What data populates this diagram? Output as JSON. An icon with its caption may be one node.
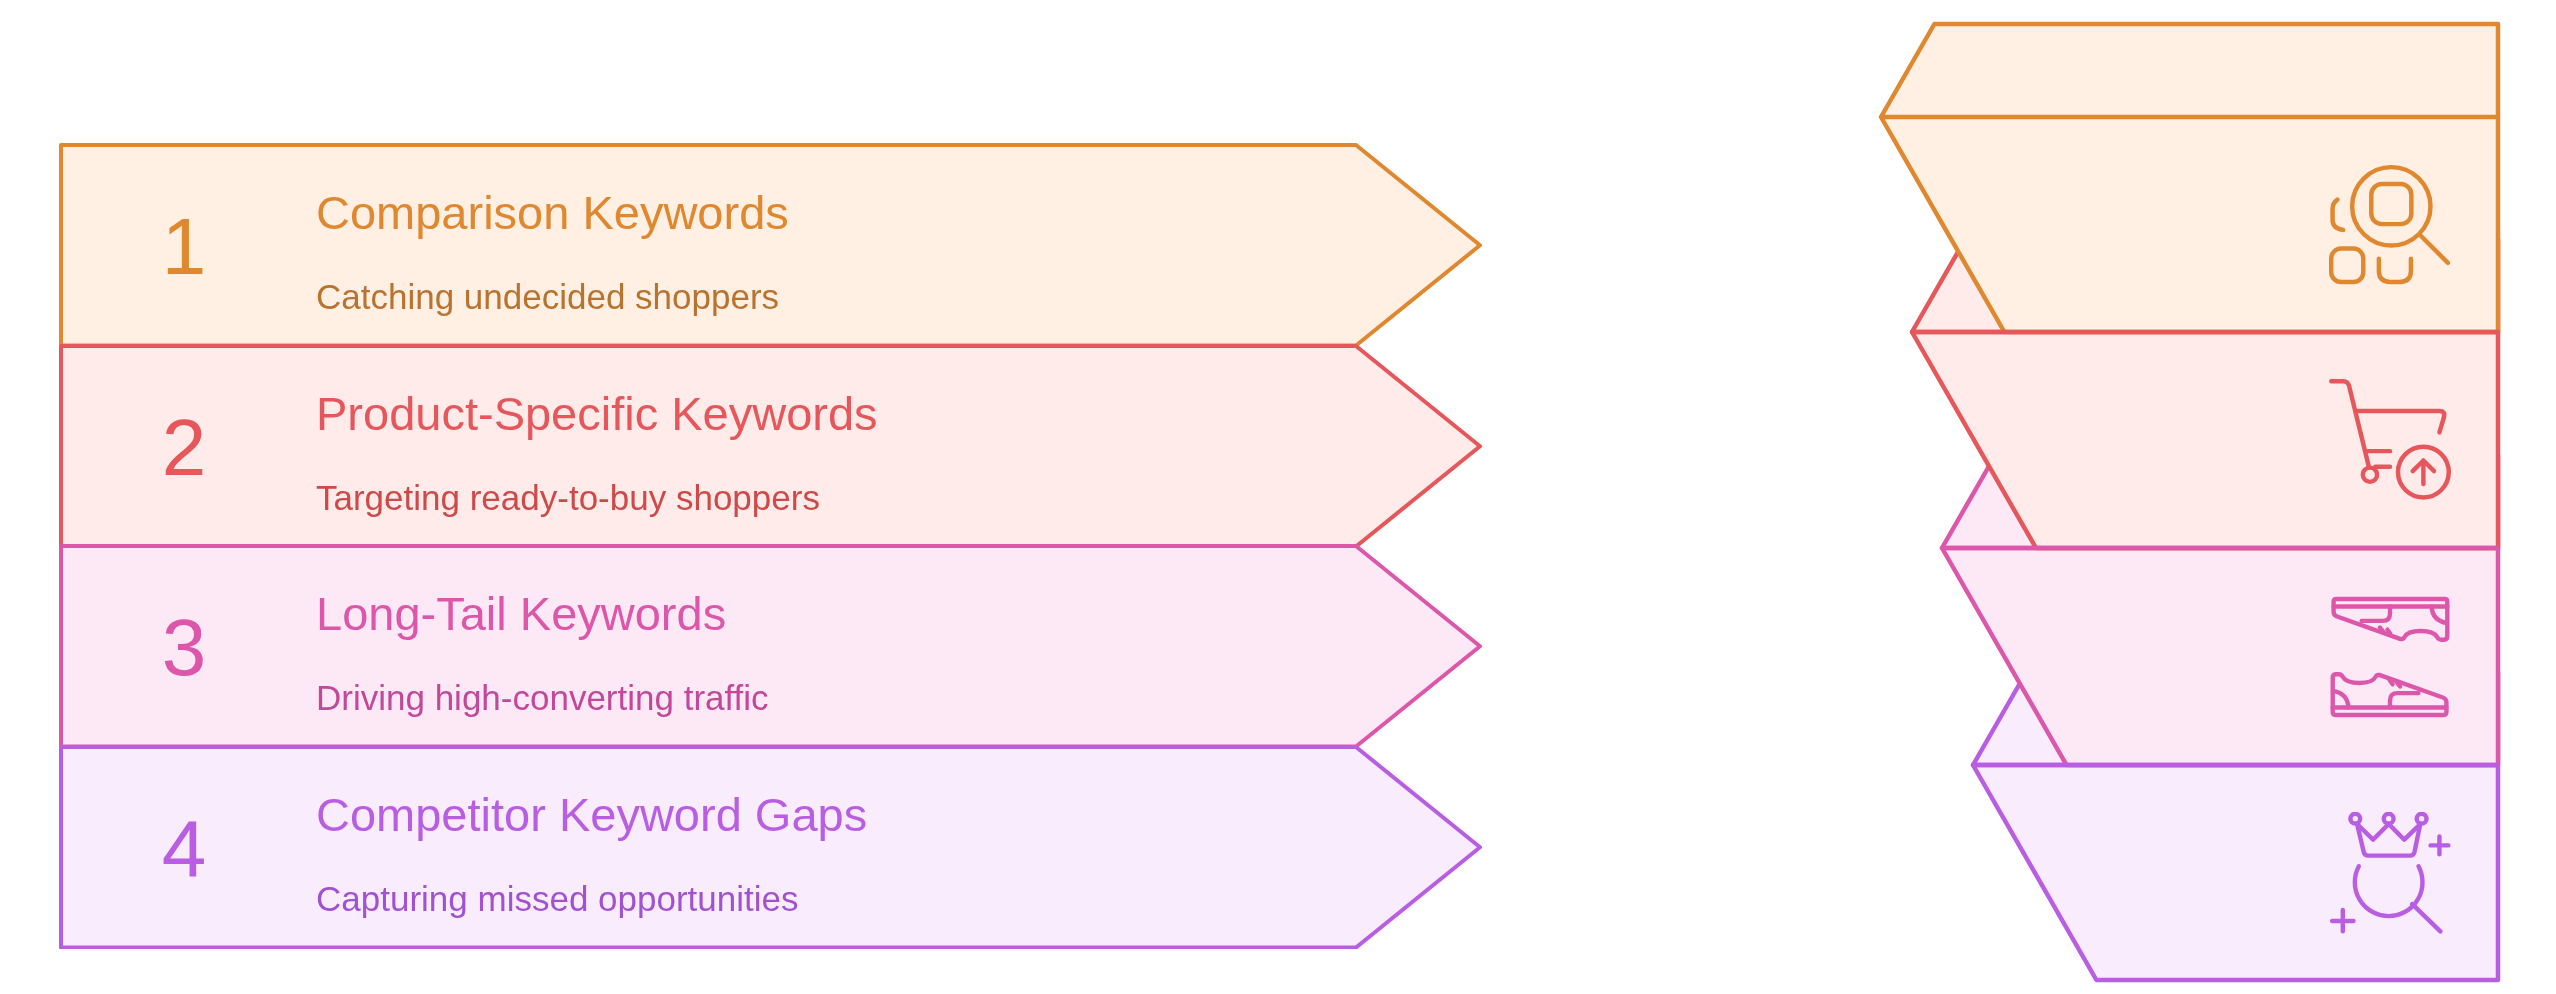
{
  "diagram": {
    "nodes": [
      {
        "text": [
          "1",
          "Comparison Keywords",
          "Catching undecided shoppers"
        ]
      },
      {
        "text": [
          "2",
          "Product-Specific Keywords",
          "Targeting ready-to-buy shoppers"
        ]
      },
      {
        "text": [
          "3",
          "Long-Tail Keywords",
          "Driving high-converting traffic"
        ]
      },
      {
        "text": [
          "4",
          "Competitor Keyword Gaps",
          "Capturing missed opportunities"
        ]
      }
    ]
  }
}
